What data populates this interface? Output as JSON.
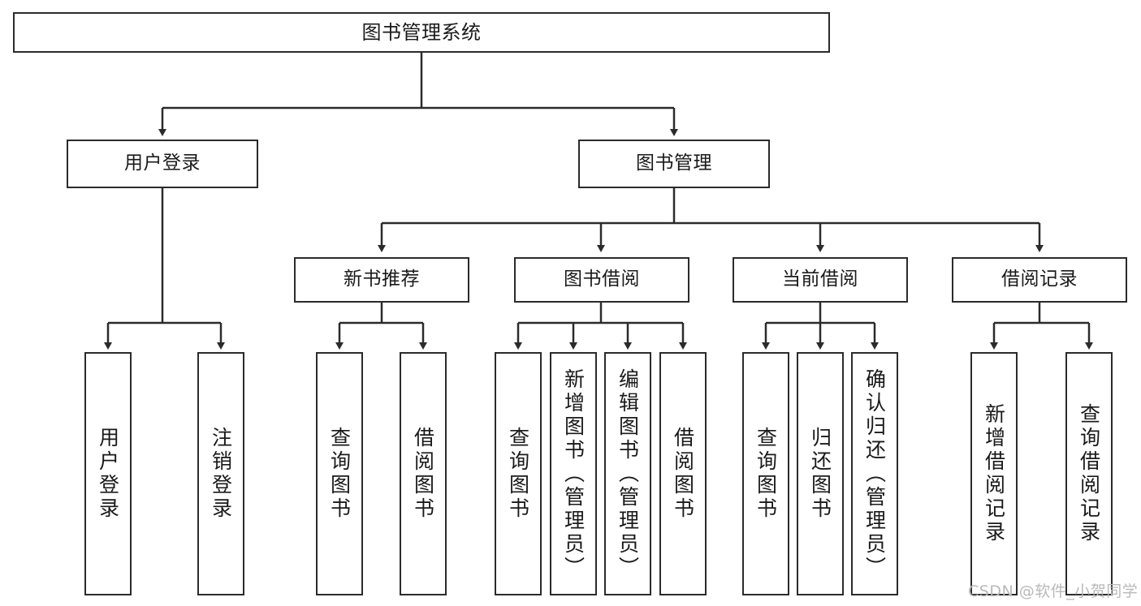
{
  "diagram": {
    "title": "图书管理系统",
    "watermark": "CSDN @软件_小贺同学",
    "stroke_color": "#2b2b2b",
    "fill_color": "#ffffff",
    "text_color": "#1a1a1a",
    "watermark_color": "#b9b9b9"
  },
  "nodes": {
    "root": {
      "label": "图书管理系统",
      "level": 1
    },
    "user_login": {
      "label": "用户登录",
      "level": 2
    },
    "book_manage": {
      "label": "图书管理",
      "level": 2
    },
    "new_book_rec": {
      "label": "新书推荐",
      "level": 3
    },
    "book_borrow": {
      "label": "图书借阅",
      "level": 3
    },
    "current_borrow": {
      "label": "当前借阅",
      "level": 3
    },
    "borrow_record": {
      "label": "借阅记录",
      "level": 3
    },
    "leaf_user_login": {
      "label": "用户登录",
      "level": 4
    },
    "leaf_logout": {
      "label": "注销登录",
      "level": 4
    },
    "leaf_query_book_1": {
      "label": "查询图书",
      "level": 4
    },
    "leaf_borrow_book_1": {
      "label": "借阅图书",
      "level": 4
    },
    "leaf_query_book_2": {
      "label": "查询图书",
      "level": 4
    },
    "leaf_add_book": {
      "label": "新增图书（管理员）",
      "level": 4
    },
    "leaf_edit_book": {
      "label": "编辑图书（管理员）",
      "level": 4
    },
    "leaf_borrow_book_2": {
      "label": "借阅图书",
      "level": 4
    },
    "leaf_query_book_3": {
      "label": "查询图书",
      "level": 4
    },
    "leaf_return_book": {
      "label": "归还图书",
      "level": 4
    },
    "leaf_confirm_return": {
      "label": "确认归还（管理员）",
      "level": 4
    },
    "leaf_add_record": {
      "label": "新增借阅记录",
      "level": 4
    },
    "leaf_query_record": {
      "label": "查询借阅记录",
      "level": 4
    }
  },
  "edges": [
    {
      "from": "root",
      "to": "user_login"
    },
    {
      "from": "root",
      "to": "book_manage"
    },
    {
      "from": "user_login",
      "to": "leaf_user_login"
    },
    {
      "from": "user_login",
      "to": "leaf_logout"
    },
    {
      "from": "book_manage",
      "to": "new_book_rec"
    },
    {
      "from": "book_manage",
      "to": "book_borrow"
    },
    {
      "from": "book_manage",
      "to": "current_borrow"
    },
    {
      "from": "book_manage",
      "to": "borrow_record"
    },
    {
      "from": "new_book_rec",
      "to": "leaf_query_book_1"
    },
    {
      "from": "new_book_rec",
      "to": "leaf_borrow_book_1"
    },
    {
      "from": "book_borrow",
      "to": "leaf_query_book_2"
    },
    {
      "from": "book_borrow",
      "to": "leaf_add_book"
    },
    {
      "from": "book_borrow",
      "to": "leaf_edit_book"
    },
    {
      "from": "book_borrow",
      "to": "leaf_borrow_book_2"
    },
    {
      "from": "current_borrow",
      "to": "leaf_query_book_3"
    },
    {
      "from": "current_borrow",
      "to": "leaf_return_book"
    },
    {
      "from": "current_borrow",
      "to": "leaf_confirm_return"
    },
    {
      "from": "borrow_record",
      "to": "leaf_add_record"
    },
    {
      "from": "borrow_record",
      "to": "leaf_query_record"
    }
  ]
}
